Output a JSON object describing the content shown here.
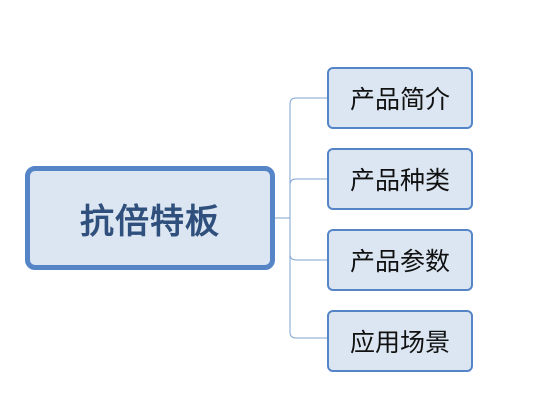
{
  "diagram": {
    "type": "mind-map",
    "root": {
      "label": "抗倍特板"
    },
    "children": [
      {
        "label": "产品简介"
      },
      {
        "label": "产品种类"
      },
      {
        "label": "产品参数"
      },
      {
        "label": "应用场景"
      }
    ],
    "colors": {
      "node_fill": "#dce6f2",
      "node_border": "#5585c7",
      "root_text": "#2f4f7c",
      "child_text": "#111111",
      "connector": "#7fa3cf"
    }
  }
}
